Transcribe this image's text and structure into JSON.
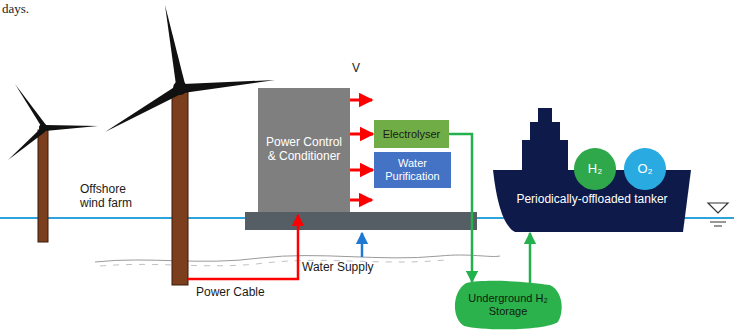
{
  "diagram": {
    "nodes": [
      {
        "text": [
          "Power Control & Conditioner"
        ]
      },
      {
        "text": [
          "Electrolyser"
        ]
      },
      {
        "text": [
          "Water Purification"
        ]
      },
      {
        "text": [
          "Underground H₂ Storage"
        ]
      },
      {
        "text": [
          "Periodically-offloaded tanker"
        ]
      },
      {
        "text": [
          "H₂"
        ]
      },
      {
        "text": [
          "O₂"
        ]
      }
    ],
    "edges": [
      {
        "from": 0,
        "to": 1,
        "arrow": "to"
      },
      {
        "from": 0,
        "to": 2,
        "arrow": "to"
      },
      {
        "from": 1,
        "to": 3,
        "arrow": "to"
      },
      {
        "from": 3,
        "to": 4,
        "arrow": "to"
      }
    ],
    "labels": [
      "days.",
      "Offshore wind farm",
      "V",
      "Power Cable",
      "Water Supply"
    ]
  }
}
